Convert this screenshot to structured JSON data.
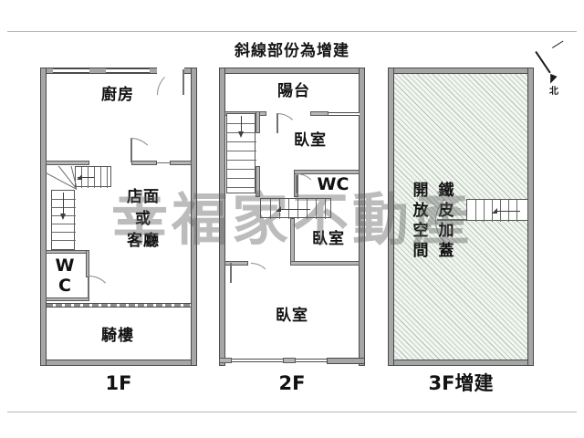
{
  "sheet": {
    "title": "斜線部份為增建",
    "watermark": "幸福家不動產",
    "compass_label": "北"
  },
  "floors": [
    {
      "id": "1f",
      "label": "1F",
      "rooms": [
        {
          "name": "廚房"
        },
        {
          "name": "WC"
        },
        {
          "name": "店面"
        },
        {
          "name": "或"
        },
        {
          "name": "客廳"
        },
        {
          "name": "騎樓"
        }
      ]
    },
    {
      "id": "2f",
      "label": "2F",
      "rooms": [
        {
          "name": "陽台"
        },
        {
          "name": "臥室"
        },
        {
          "name": "WC"
        },
        {
          "name": "臥室"
        },
        {
          "name": "臥室"
        }
      ]
    },
    {
      "id": "3f",
      "label": "3F增建",
      "columns": [
        {
          "chars": [
            "開",
            "放",
            "空",
            "間"
          ]
        },
        {
          "chars": [
            "鐵",
            "皮",
            "加",
            "蓋"
          ]
        }
      ]
    }
  ]
}
